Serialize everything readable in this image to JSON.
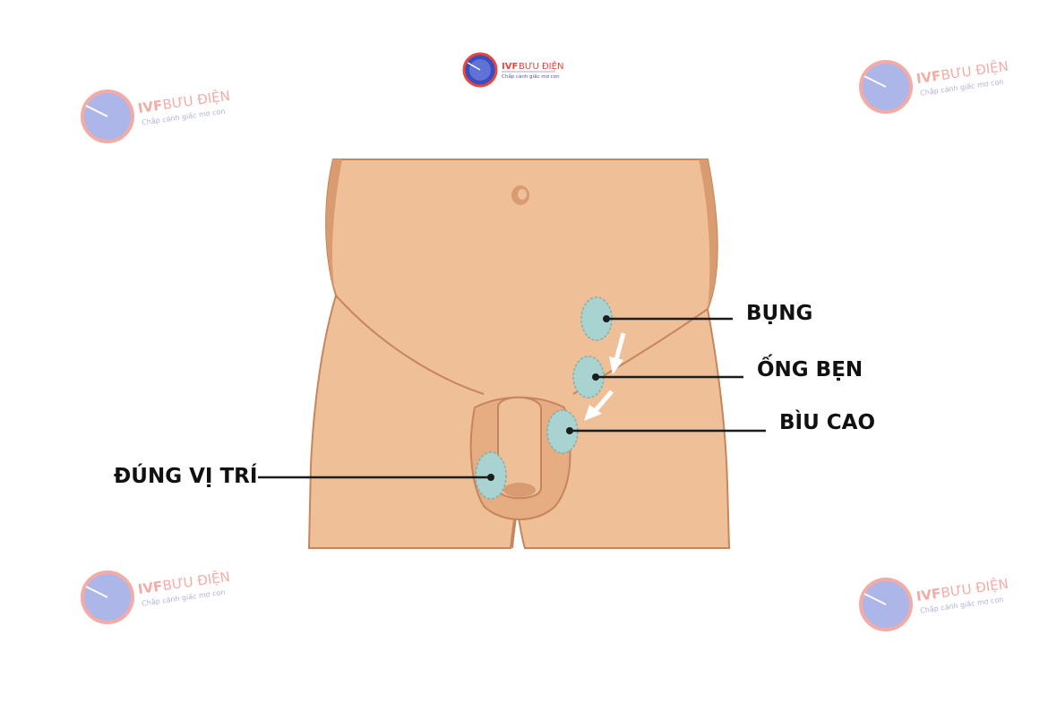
{
  "logo": {
    "brand_bold": "IVF",
    "brand_rest": "BƯU ĐIỆN",
    "tagline": "Chắp cánh giấc mơ con"
  },
  "labels": {
    "abdomen": "BỤNG",
    "inguinal": "ỐNG BẸN",
    "high_scrotal": "BÌU CAO",
    "normal": "ĐÚNG VỊ TRÍ"
  },
  "colors": {
    "skin": "#efbf98",
    "skin_dark": "#d99b70",
    "outline": "#c6865c",
    "testis": "#a9d3d0",
    "leader": "#1c1c1c",
    "brand_red": "#e5473a",
    "brand_blue": "#3a4cc0"
  }
}
